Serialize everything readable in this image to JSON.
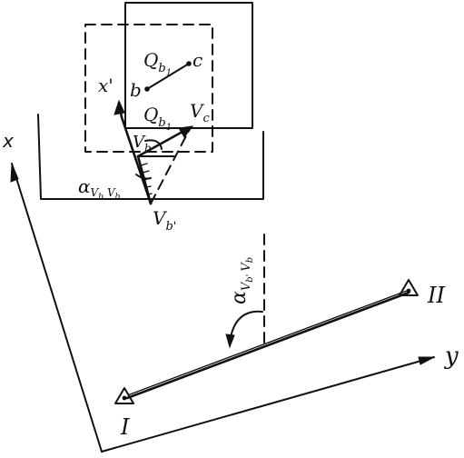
{
  "labels": {
    "x_main": "x",
    "y_main": "y",
    "point_I": "I",
    "point_II": "II",
    "x_prime": "x'",
    "q_b1_upper": {
      "base": "Q",
      "sub": "b",
      "subsub": "1"
    },
    "c": "c",
    "b": "b",
    "q_b1_lower": {
      "base": "Q",
      "sub": "b",
      "subsub": "1"
    },
    "v_c": {
      "base": "V",
      "sub": "c"
    },
    "v_b": {
      "base": "V",
      "sub": "b"
    },
    "alpha_lower": {
      "base": "α",
      "sub1": "V",
      "sub1sub": "b",
      "sub2": "V",
      "sub2sub": "b"
    },
    "v_b_prime": {
      "base": "V",
      "sub": "b'"
    },
    "alpha_mid": {
      "base": "α",
      "sub1": "V",
      "sub1sub": "b'",
      "sub2": "V",
      "sub2sub": "b"
    }
  },
  "colors": {
    "ink": "#111111",
    "paper": "#ffffff"
  }
}
